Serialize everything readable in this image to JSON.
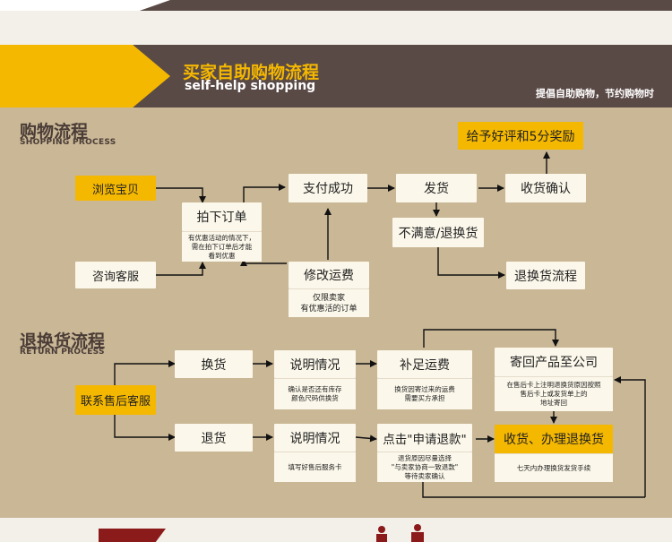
{
  "banner": {
    "title": "买家自助购物流程",
    "subtitle": "self-help shopping",
    "right_text": "提倡自助购物，节约购物时"
  },
  "shopping": {
    "title": "购物流程",
    "subtitle": "SHOPPING PROCESS",
    "browse": "浏览宝贝",
    "consult": "咨询客服",
    "place_order": "拍下订单",
    "place_order_note": [
      "有优惠活动的情况下，",
      "需在拍下订单后才能",
      "看到优惠"
    ],
    "modify_shipping": "修改运费",
    "modify_note": [
      "仅限卖家",
      "有优惠活的订单"
    ],
    "payment_success": "支付成功",
    "ship": "发货",
    "receive_confirm": "收货确认",
    "reward": "给予好评和5分奖励",
    "unsatisfied": "不满意/退换货",
    "return_flow": "退换货流程"
  },
  "returns": {
    "title": "退换货流程",
    "subtitle": "RETURN PROCESS",
    "contact": "联系售后客服",
    "exchange": "换货",
    "refund": "退货",
    "explain1": "说明情况",
    "explain1_note": [
      "确认是否还有库存",
      "颜色尺码供换货"
    ],
    "explain2": "说明情况",
    "explain2_note": [
      "填写好售后服务卡"
    ],
    "supplement": "补足运费",
    "supplement_note": [
      "换货因寄过来的运费",
      "需要买方承担"
    ],
    "apply_refund": "点击\"申请退款\"",
    "apply_note": [
      "退货原因尽量选择",
      "\"与卖家协商一致退款\"",
      "等待卖家确认"
    ],
    "send_back": "寄回产品至公司",
    "send_back_note": [
      "在售后卡上注明退换货原因按照",
      "售后卡上或发货单上的",
      "地址寄回"
    ],
    "receive_handle": "收货、办理退换货",
    "receive_note": [
      "七天内办理换货发货手续"
    ]
  }
}
